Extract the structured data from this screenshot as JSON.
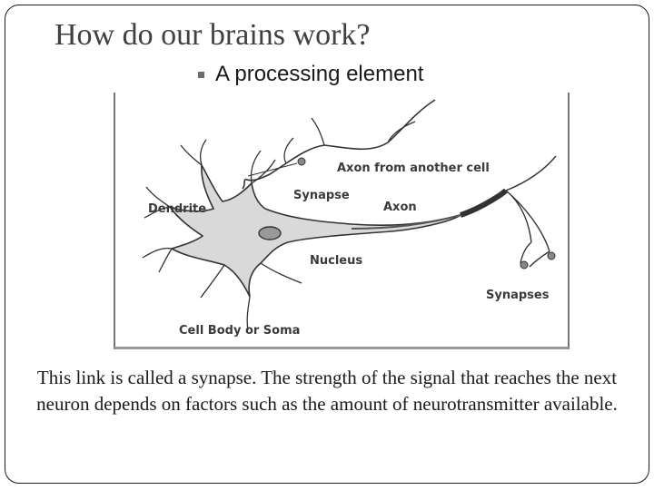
{
  "slide": {
    "title": "How do our brains work?",
    "bullet": "A processing element",
    "caption": "This link is called a synapse. The strength of the signal that reaches the next neuron depends on factors such as the amount of neurotransmitter available."
  },
  "diagram": {
    "labels": {
      "axon_from_another_cell": "Axon from another cell",
      "synapse": "Synapse",
      "dendrite": "Dendrite",
      "axon": "Axon",
      "nucleus": "Nucleus",
      "synapses": "Synapses",
      "cell_body": "Cell Body or Soma"
    }
  }
}
